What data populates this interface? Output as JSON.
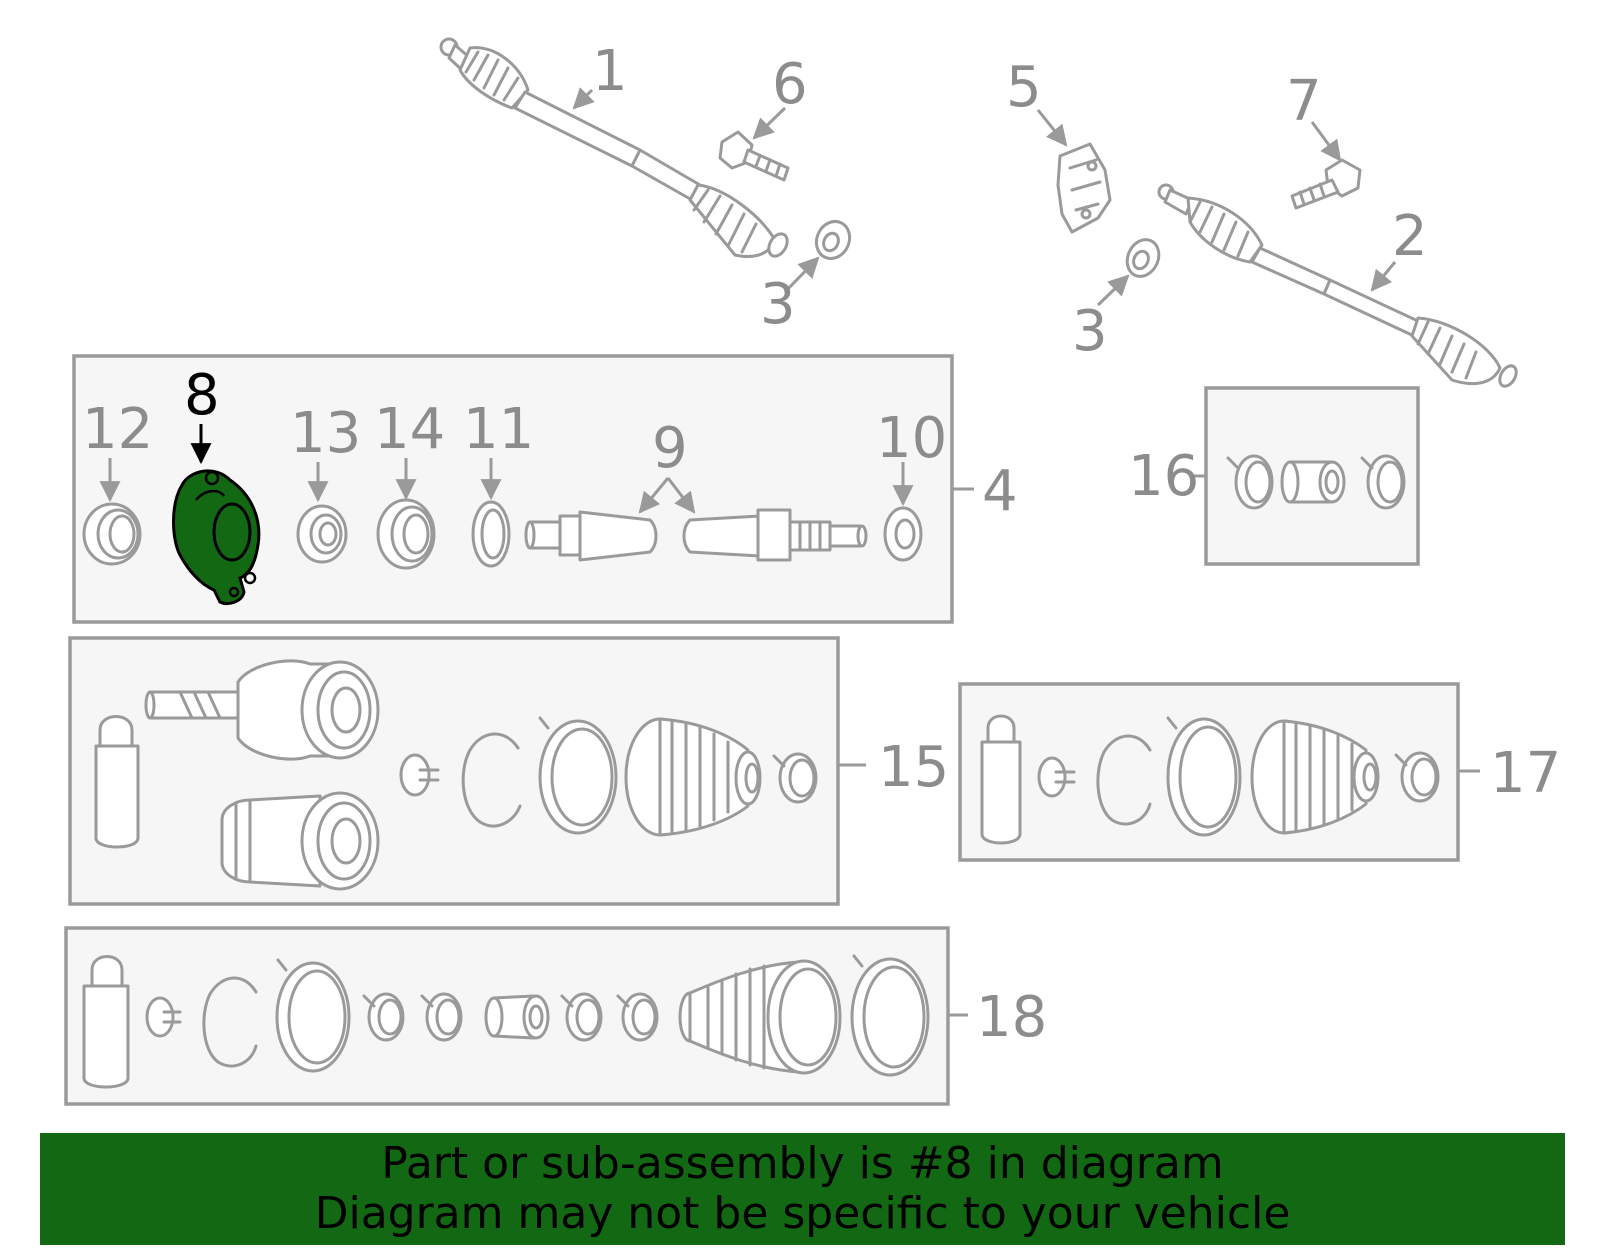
{
  "colors": {
    "highlight": "#136913",
    "line": "#9a9a9a",
    "panel": "#f6f6f6"
  },
  "callouts": {
    "c1": "1",
    "c2": "2",
    "c3a": "3",
    "c3b": "3",
    "c4": "4",
    "c5": "5",
    "c6": "6",
    "c7": "7",
    "c8": "8",
    "c9": "9",
    "c10": "10",
    "c11": "11",
    "c12": "12",
    "c13": "13",
    "c14": "14",
    "c15": "15",
    "c16": "16",
    "c17": "17",
    "c18": "18"
  },
  "highlighted_part": "8",
  "banner": {
    "line1": "Part or sub-assembly is #8 in diagram",
    "line2": "Diagram may not be specific to your vehicle"
  }
}
